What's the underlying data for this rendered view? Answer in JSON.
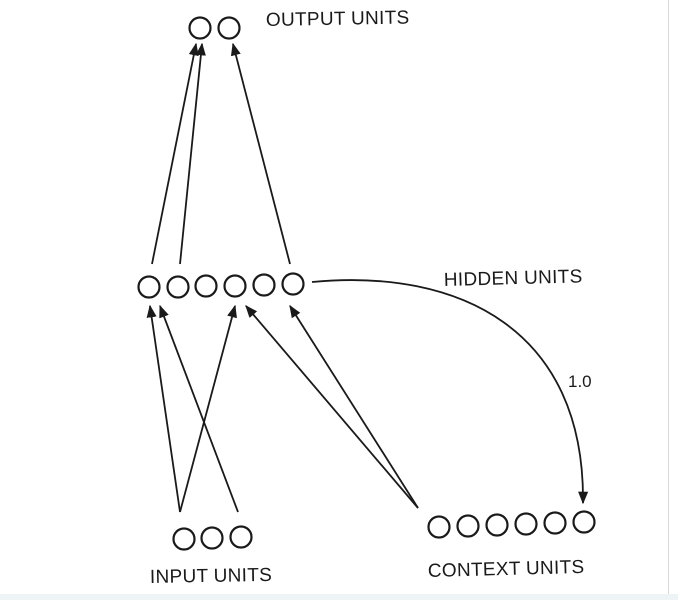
{
  "labels": {
    "output": "OUTPUT UNITS",
    "hidden": "HIDDEN UNITS",
    "input": "INPUT UNITS",
    "context": "CONTEXT UNITS",
    "copy_weight": "1.0"
  },
  "layers": {
    "output_count": 2,
    "hidden_count": 6,
    "input_count": 3,
    "context_count": 6
  },
  "colors": {
    "ink": "#1a1a1a",
    "background": "#ffffff"
  }
}
